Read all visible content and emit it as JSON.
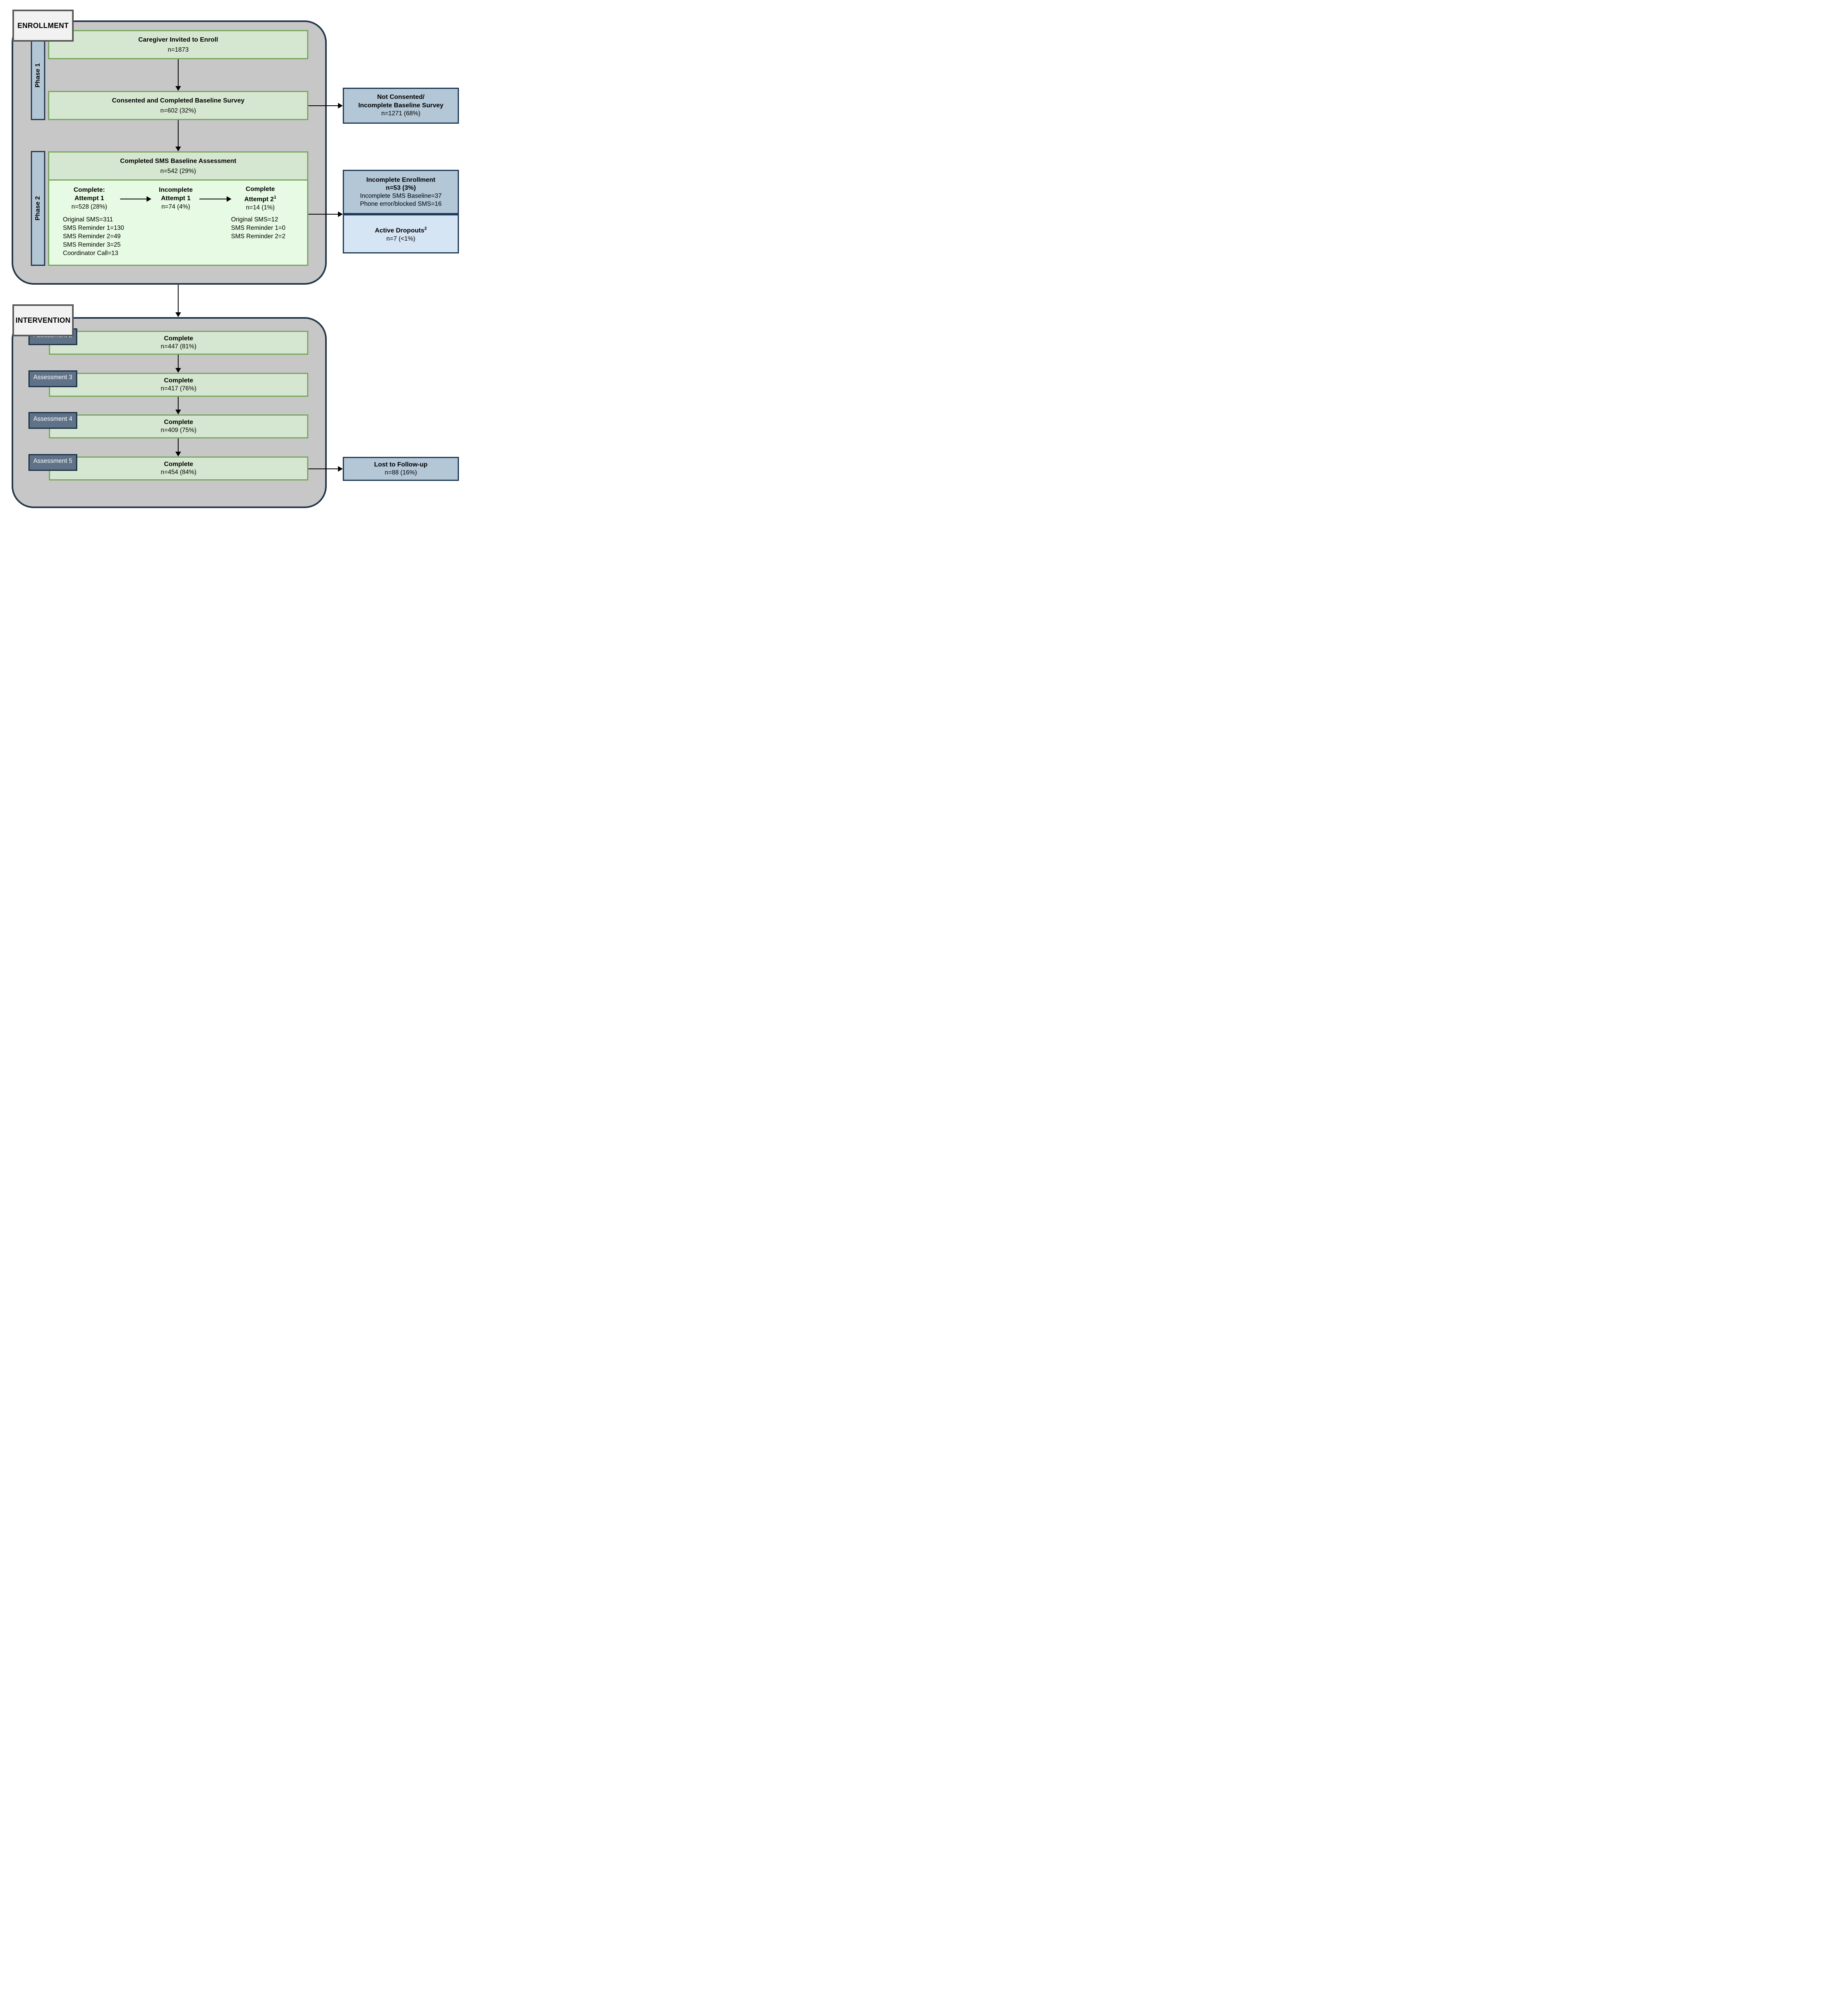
{
  "colors": {
    "container_fill": "#c7c7c7",
    "container_border": "#233649",
    "green_fill": "#d6e7d1",
    "green_border": "#79a75e",
    "light_green_fill": "#e7fae3",
    "blue_fill": "#b3c7d7",
    "light_blue_fill": "#d6e5f4",
    "navy_border": "#1e3c59",
    "slate_fill": "#5f7288",
    "label_fill": "#f2f2f2",
    "label_border": "#595959",
    "phase_fill": "#b3c6d4"
  },
  "enrollment": {
    "label": "ENROLLMENT",
    "phase1_label": "Phase 1",
    "phase2_label": "Phase 2",
    "invited": {
      "title": "Caregiver Invited to Enroll",
      "n": "n=1873"
    },
    "consented": {
      "title": "Consented and Completed Baseline Survey",
      "n": "n=602 (32%)"
    },
    "not_consented": {
      "line1": "Not Consented/",
      "line2": "Incomplete Baseline Survey",
      "n": "n=1271 (68%)"
    },
    "sms_baseline": {
      "title": "Completed SMS Baseline Assessment",
      "n": "n=542 (29%)"
    },
    "complete_attempt1": {
      "line1": "Complete:",
      "line2": "Attempt 1",
      "n": "n=528 (28%)",
      "details": [
        "Original SMS=311",
        "SMS Reminder 1=130",
        "SMS Reminder 2=49",
        "SMS Reminder 3=25",
        "Coordinator Call=13"
      ]
    },
    "incomplete_attempt1": {
      "line1": "Incomplete",
      "line2": "Attempt 1",
      "n": "n=74 (4%)"
    },
    "complete_attempt2": {
      "line1": "Complete",
      "line2": "Attempt 2",
      "sup": "1",
      "n": "n=14 (1%)",
      "details": [
        "Original SMS=12",
        "SMS Reminder 1=0",
        "SMS Reminder 2=2"
      ]
    },
    "incomplete_enrollment": {
      "title": "Incomplete Enrollment",
      "n": "n=53 (3%)",
      "details": [
        "Incomplete SMS Baseline=37",
        "Phone error/blocked SMS=16"
      ]
    },
    "active_dropouts": {
      "title": "Active Dropouts",
      "sup": "2",
      "n": "n=7 (<1%)"
    }
  },
  "intervention": {
    "label": "INTERVENTION",
    "assessments": [
      {
        "label": "Assessment 2",
        "status": "Complete",
        "n": "n=447 (81%)"
      },
      {
        "label": "Assessment 3",
        "status": "Complete",
        "n": "n=417 (76%)"
      },
      {
        "label": "Assessment 4",
        "status": "Complete",
        "n": "n=409 (75%)"
      },
      {
        "label": "Assessment 5",
        "status": "Complete",
        "n": "n=454 (84%)"
      }
    ],
    "lost": {
      "title": "Lost to Follow-up",
      "n": "n=88 (16%)"
    }
  }
}
